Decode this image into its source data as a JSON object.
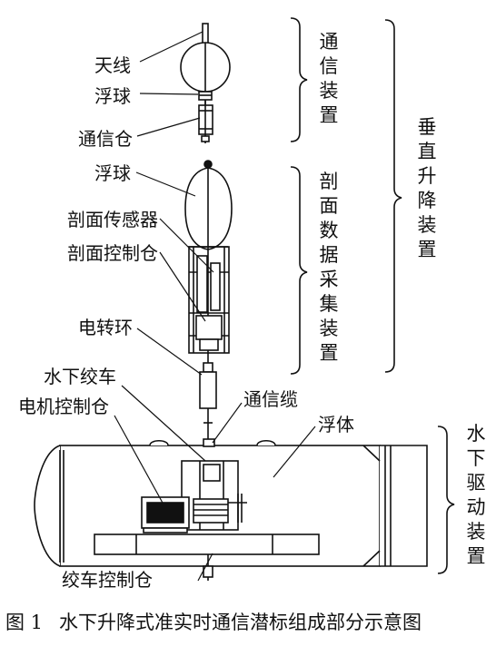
{
  "labels": {
    "antenna": "天线",
    "float_top": "浮球",
    "comm_cabin": "通信仓",
    "float_mid": "浮球",
    "profile_sensor": "剖面传感器",
    "profile_control_cabin": "剖面控制仓",
    "slip_ring": "电转环",
    "underwater_winch": "水下绞车",
    "motor_control_cabin": "电机控制仓",
    "comm_cable": "通信缆",
    "float_body": "浮体",
    "winch_control_cabin": "绞车控制仓"
  },
  "groups": {
    "comm_device": [
      "通",
      "信",
      "装",
      "置"
    ],
    "profile_device": [
      "剖",
      "面",
      "数",
      "据",
      "采",
      "集",
      "装",
      "置"
    ],
    "vertical_lift": [
      "垂",
      "直",
      "升",
      "降",
      "装",
      "置"
    ],
    "underwater_drive": [
      "水",
      "下",
      "驱",
      "动",
      "装",
      "置"
    ]
  },
  "caption": {
    "number": "图 1",
    "text": "水下升降式准实时通信潜标组成部分示意图"
  }
}
